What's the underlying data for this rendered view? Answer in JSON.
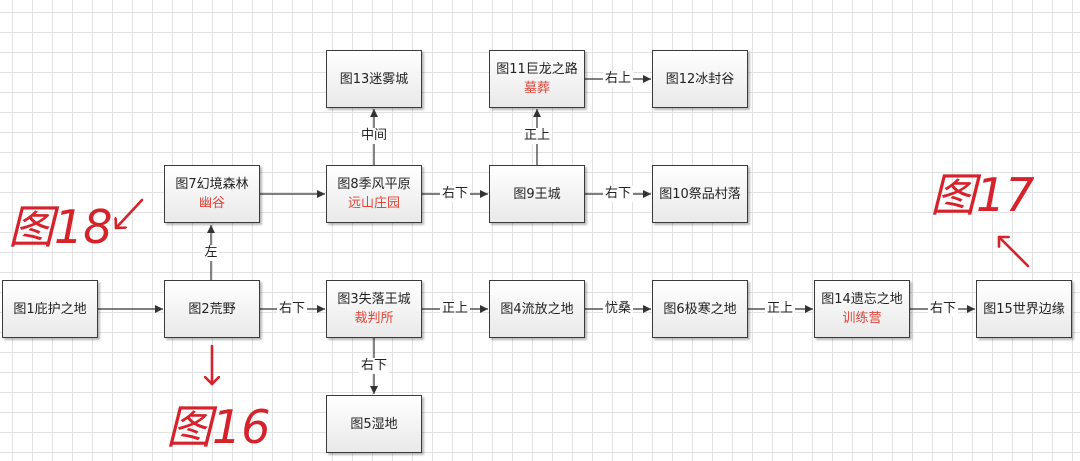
{
  "nodes": {
    "n1": {
      "title": "图1庇护之地"
    },
    "n2": {
      "title": "图2荒野"
    },
    "n3": {
      "title": "图3失落王城",
      "sub": "裁判所"
    },
    "n4": {
      "title": "图4流放之地"
    },
    "n5": {
      "title": "图5湿地"
    },
    "n6": {
      "title": "图6极寒之地"
    },
    "n7": {
      "title": "图7幻境森林",
      "sub": "幽谷"
    },
    "n8": {
      "title": "图8季风平原",
      "sub": "远山庄园"
    },
    "n9": {
      "title": "图9王城"
    },
    "n10": {
      "title": "图10祭品村落"
    },
    "n11": {
      "title": "图11巨龙之路",
      "sub": "墓葬"
    },
    "n12": {
      "title": "图12冰封谷"
    },
    "n13": {
      "title": "图13迷雾城"
    },
    "n14": {
      "title": "图14遗忘之地",
      "sub": "训练营"
    },
    "n15": {
      "title": "图15世界边缘"
    }
  },
  "edge_labels": {
    "n2_n7": "左",
    "n2_n3": "右下",
    "n3_n4": "正上",
    "n3_n5": "右下",
    "n4_n6": "忧桑",
    "n6_n14": "正上",
    "n14_n15": "右下",
    "n8_n13": "中间",
    "n8_n9": "右下",
    "n9_n11": "正上",
    "n9_n10": "右下",
    "n11_n12": "右上"
  },
  "annotations": {
    "fig18": "图18",
    "fig17": "图17",
    "fig16": "图16"
  },
  "colors": {
    "sublabel": "#e0463a",
    "handwriting": "#d6222a",
    "grid": "#e2e2e2",
    "line": "#333333"
  }
}
